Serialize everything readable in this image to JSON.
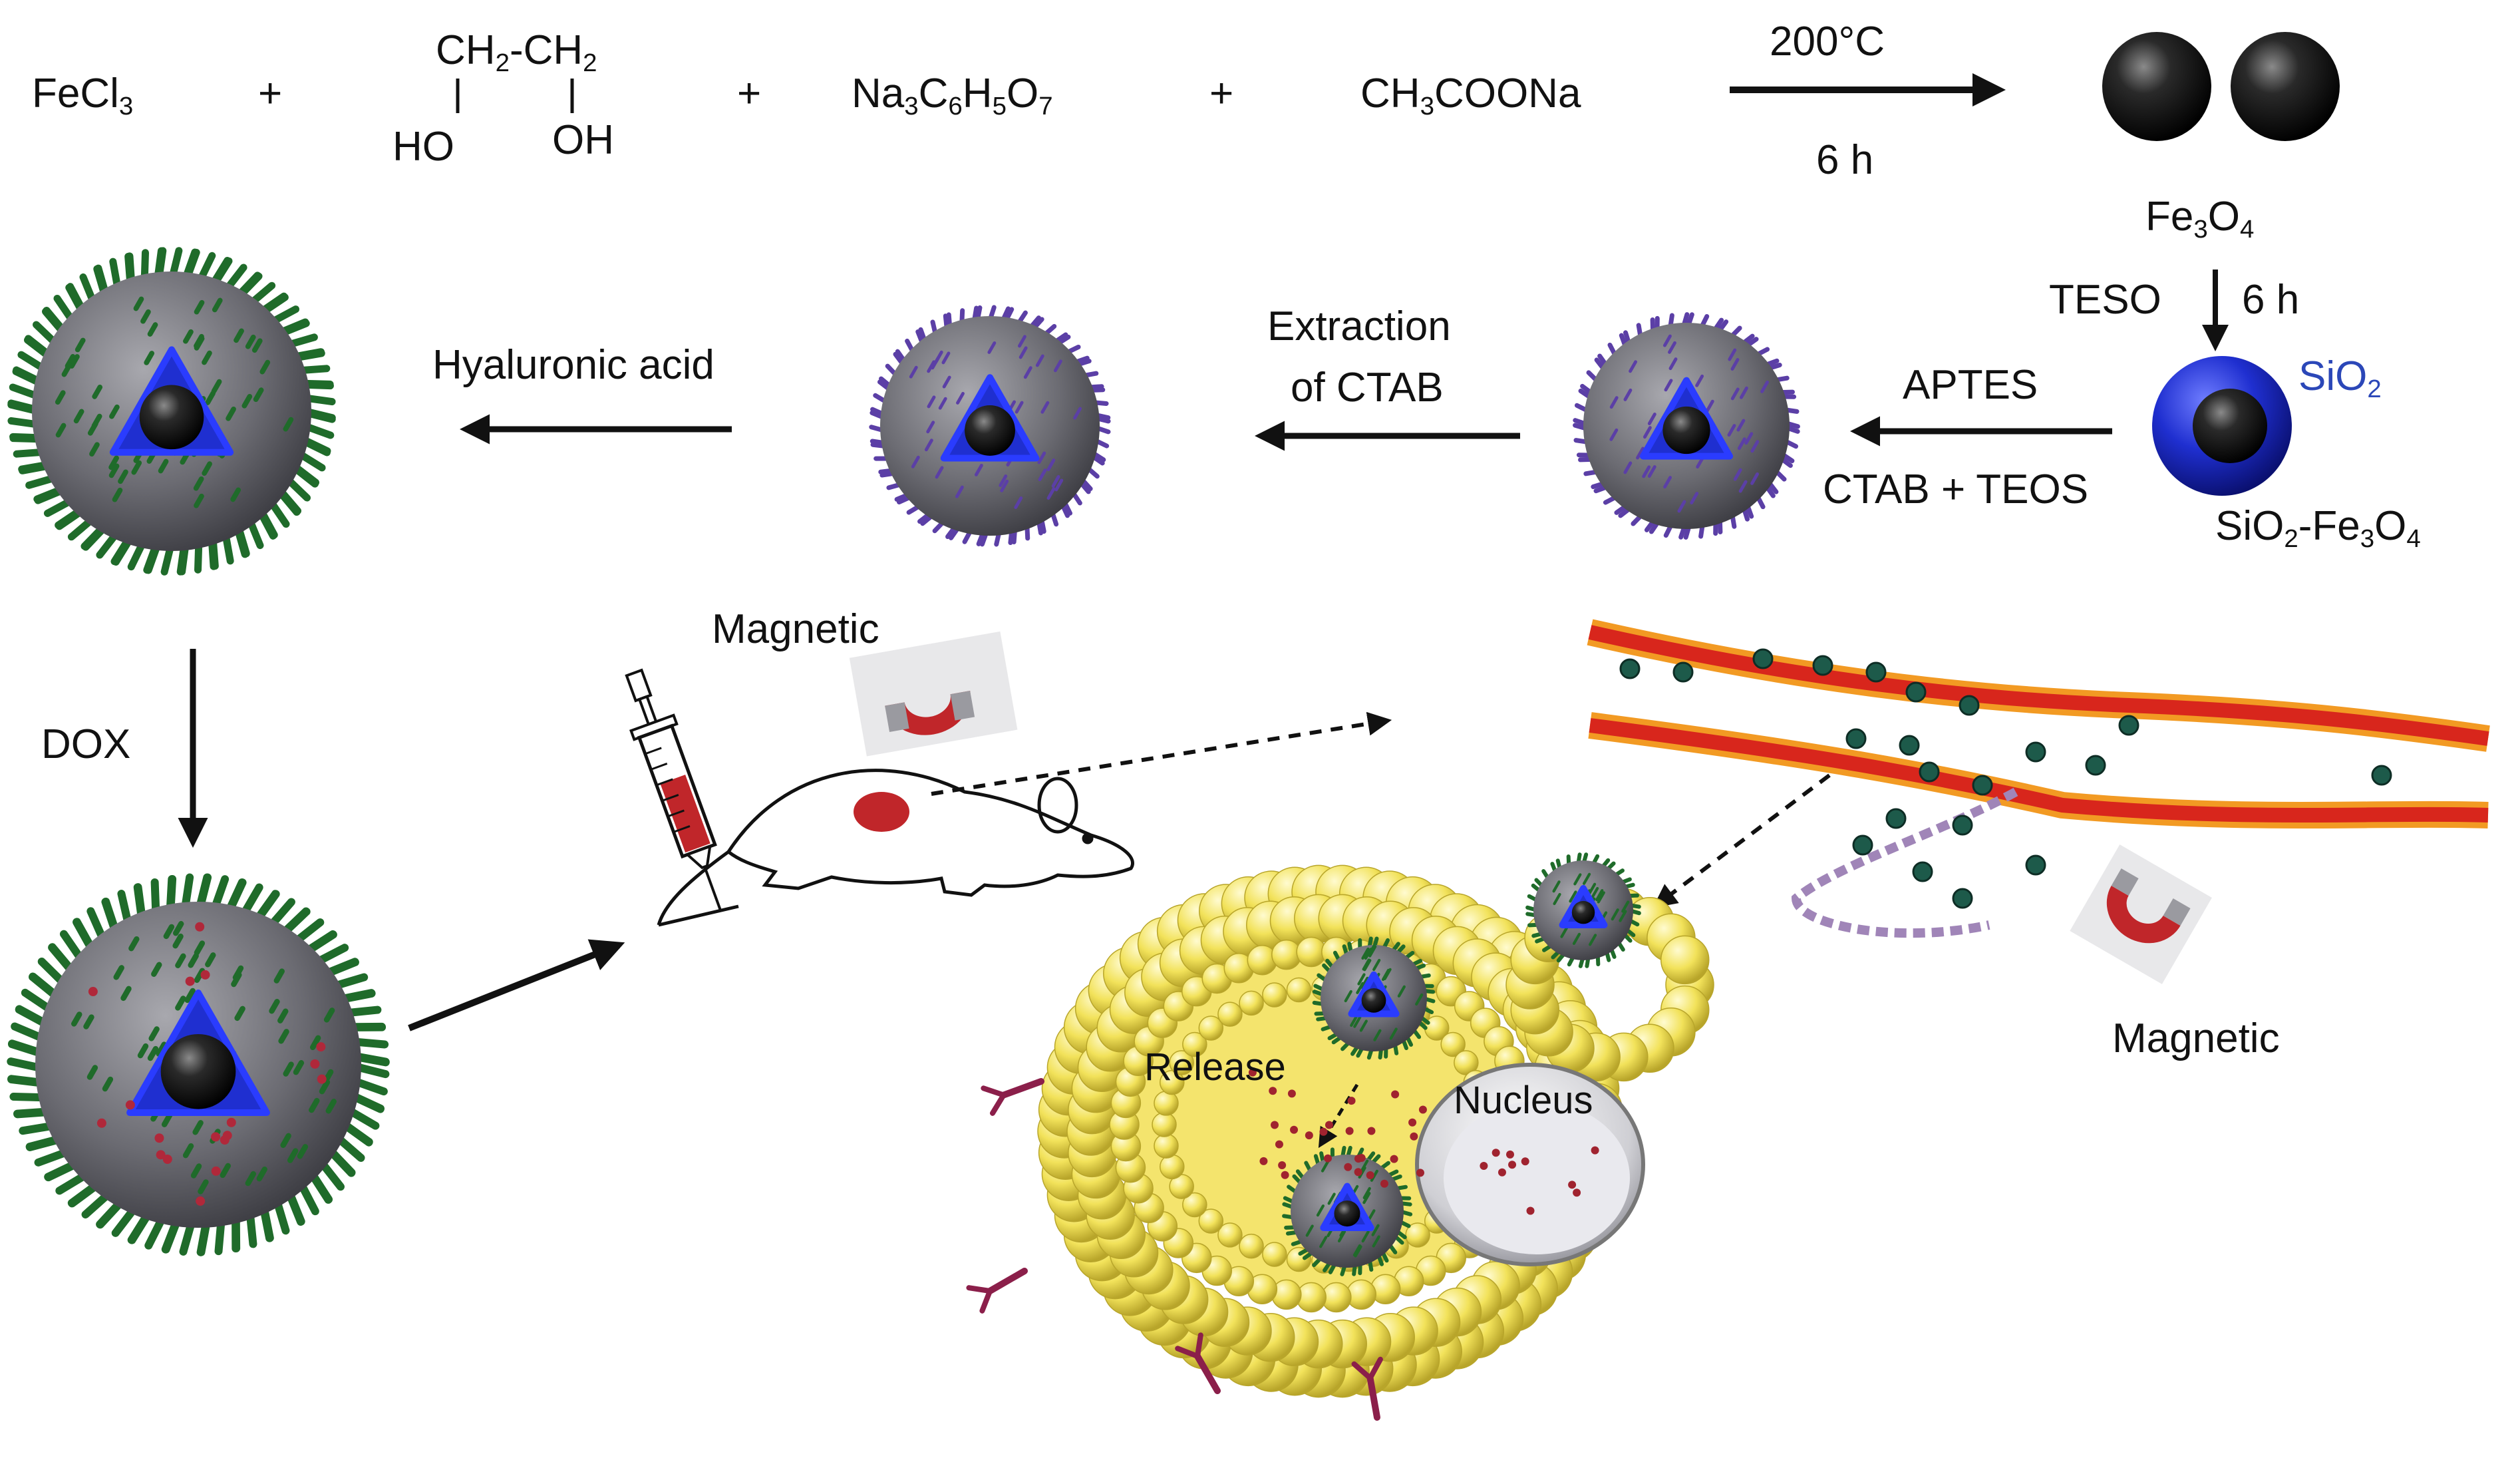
{
  "reaction": {
    "reagent_1": {
      "main": "FeCl",
      "sub": "3"
    },
    "plus": "+",
    "reagent_2": {
      "chain_a": "CH",
      "chain_a_sub": "2",
      "dash": "-",
      "chain_b": "CH",
      "chain_b_sub": "2",
      "oh_left": "HO",
      "oh_right": "OH"
    },
    "reagent_3": {
      "p1": "Na",
      "s1": "3",
      "p2": "C",
      "s2": "6",
      "p3": "H",
      "s3": "5",
      "p4": "O",
      "s4": "7"
    },
    "reagent_4": {
      "p1": "CH",
      "s1": "3",
      "p2": "COONa"
    },
    "temperature": "200°C",
    "time": "6 h"
  },
  "products": {
    "fe3o4": {
      "p1": "Fe",
      "s1": "3",
      "p2": "O",
      "s2": "4"
    },
    "teso_label": "TESO",
    "teso_time": "6 h",
    "sio2": {
      "p1": "SiO",
      "s1": "2"
    },
    "sio2_fe3o4": {
      "p1": "SiO",
      "s1": "2",
      "p2": "-Fe",
      "s2": "3",
      "p3": "O",
      "s3": "4"
    }
  },
  "steps": {
    "aptes": "APTES",
    "ctab_teos": "CTAB + TEOS",
    "extraction_line1": "Extraction",
    "extraction_line2": "of CTAB",
    "hyaluronic_acid": "Hyaluronic acid",
    "dox": "DOX",
    "magnetic_top": "Magnetic",
    "magnetic_bottom": "Magnetic",
    "release": "Release",
    "nucleus": "Nucleus"
  },
  "colors": {
    "core": "#1a1a1a",
    "silica_blue": "#1f2fd0",
    "shell_gray": "#6b6b72",
    "hyaluronic_green": "#1f6b2a",
    "ctab_purple": "#5b3fa6",
    "cell_yellow": "#f2e25a",
    "vessel_red": "#d8261c",
    "vessel_orange": "#f29a23",
    "magnet_red": "#c0262a"
  }
}
